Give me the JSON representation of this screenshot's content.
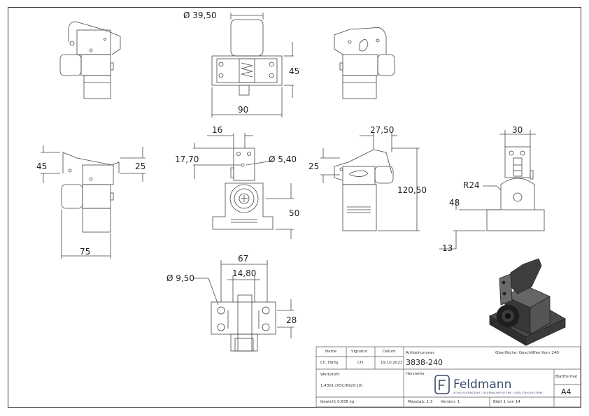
{
  "dimensions": {
    "top_dia": "Ø 39,50",
    "top_height": "45",
    "top_width": "90",
    "left_height": "45",
    "left_right": "25",
    "left_width": "75",
    "front_top": "16",
    "front_17": "17,70",
    "front_hole": "Ø 5,40",
    "front_50": "50",
    "side_27": "27,50",
    "side_25": "25",
    "side_120": "120,50",
    "right_30": "30",
    "right_r24": "R24",
    "right_48": "48",
    "right_13": "13",
    "bottom_67": "67",
    "bottom_14": "14,80",
    "bottom_dia": "Ø 9,50",
    "bottom_28": "28"
  },
  "title_block": {
    "col_name": "Name",
    "col_signatur": "Signatur",
    "col_datum": "Datum",
    "name": "Ch. Häfig",
    "signatur": "CH",
    "datum": "19.10.2021",
    "artikel_label": "Artikelnummer",
    "artikel_value": "3838-240",
    "oberflaeche": "Oberfläche: Geschliffen Korn 240",
    "werkstoff_label": "Werkstoff:",
    "werkstoff_value": "1.4301 (X5CrNi18-10)",
    "hersteller_label": "Hersteller",
    "brand": "Feldmann",
    "brand_sub": "SCHLOSSERBEDARF / ALUMINIUMSYSTEME / EDELSTAHLSYSTEME",
    "blattformat_label": "Blattformat",
    "blattformat_value": "A4",
    "gewicht": "Gewicht 0.838 kg",
    "massstab": "Masstab: 1:3",
    "version": "Version: 1",
    "blatt": "Blatt 1 von 14"
  }
}
